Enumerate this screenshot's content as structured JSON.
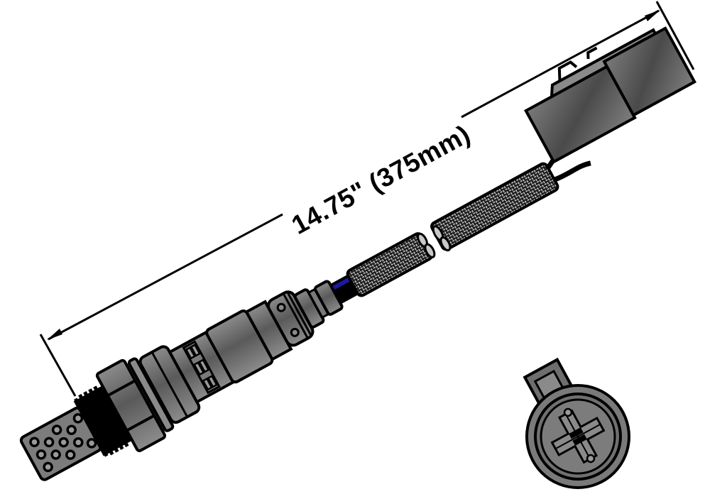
{
  "diagram": {
    "subject": "Oxygen sensor",
    "dimension": {
      "label": "14.75\" (375mm)",
      "inches": 14.75,
      "millimeters": 375
    },
    "parts": [
      {
        "name": "sensor-tip",
        "description": "Perforated protective shield"
      },
      {
        "name": "threaded-base",
        "description": "Threaded mounting base"
      },
      {
        "name": "hex-nut",
        "description": "Hex body"
      },
      {
        "name": "sensor-body",
        "description": "Sensor housing"
      },
      {
        "name": "braided-cable",
        "description": "Braided wire harness (shown broken)"
      },
      {
        "name": "connector",
        "description": "Electrical connector"
      },
      {
        "name": "connector-face",
        "description": "Connector end view, 4 pin"
      }
    ],
    "colors": {
      "outline": "#000000",
      "body_gray": "#6e6e6e",
      "body_light": "#a0a0a0",
      "braid_light": "#d8d8d8",
      "wire_blue": "#1a1a9c",
      "background": "#ffffff"
    }
  }
}
